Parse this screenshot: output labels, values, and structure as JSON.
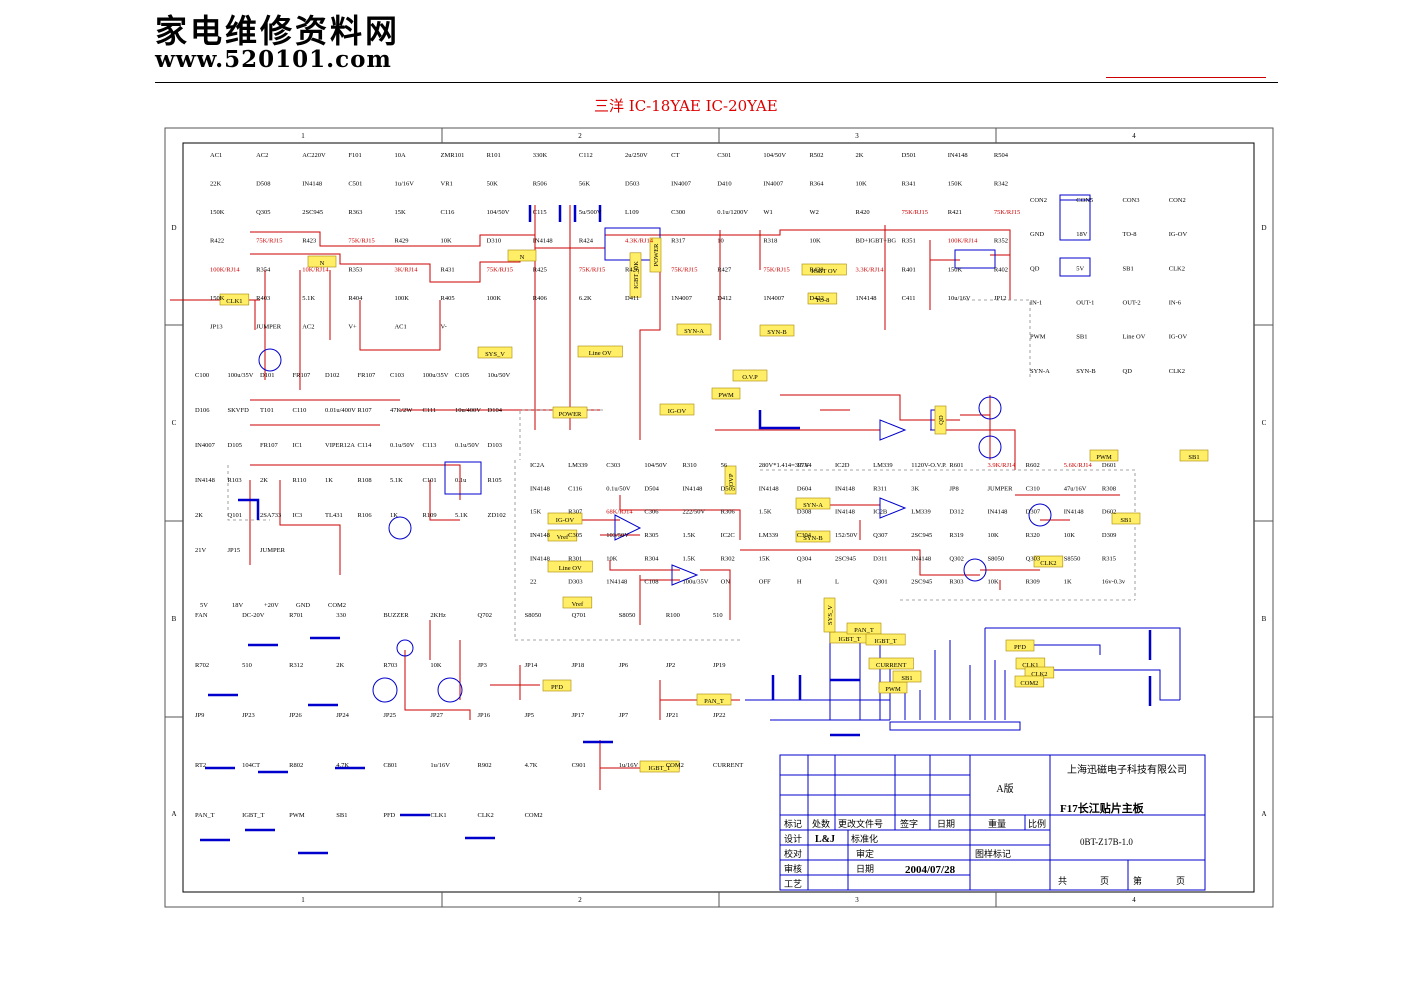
{
  "header": {
    "logo_cn": "家电维修资料网",
    "logo_url": "www.520101.com",
    "title": "三洋  IC-18YAE IC-20YAE"
  },
  "frame": {
    "col_labels": [
      "1",
      "2",
      "3",
      "4"
    ],
    "row_labels": [
      "D",
      "C",
      "B",
      "A"
    ]
  },
  "title_block": {
    "company": "上海迅磁电子科技有限公司",
    "board": "F17长江贴片主板",
    "doc_no": "0BT-Z17B-1.0",
    "version": "A版",
    "designer": "L&J",
    "date": "2004/07/28",
    "fields": [
      "标记",
      "处数",
      "更改文件号",
      "签字",
      "日期",
      "设计",
      "标准化",
      "校对",
      "审定",
      "审核",
      "日期",
      "工艺",
      "重量",
      "比例",
      "图样标记",
      "共",
      "页",
      "第",
      "页"
    ]
  },
  "labels": {
    "ac": [
      "AC1",
      "AC2",
      "AC220V",
      "F101",
      "10A",
      "ZMR101",
      "R101",
      "330K",
      "C112",
      "2u/250V",
      "CT",
      "C301",
      "104/50V",
      "R502",
      "2K",
      "D501",
      "IN4148",
      "R504",
      "22K",
      "D508",
      "IN4148",
      "C501",
      "1u/16V",
      "VR1",
      "50K",
      "R506",
      "56K",
      "D503",
      "IN4007",
      "D410",
      "IN4007",
      "R364",
      "10K",
      "R341",
      "150K",
      "R342",
      "150K",
      "Q305",
      "2SC945",
      "R363",
      "15K",
      "C116",
      "104/50V",
      "C115",
      "5u/500V",
      "L109",
      "C300",
      "0.1u/1200V",
      "W1",
      "W2",
      "R420",
      "75K/RJ15",
      "R421",
      "75K/RJ15",
      "R422",
      "75K/RJ15",
      "R423",
      "75K/RJ15",
      "R429",
      "10K",
      "D310",
      "IN4148",
      "R424",
      "4.3K/RJ14",
      "R317",
      "10",
      "R318",
      "10K",
      "BD+IGBT+BG",
      "R351",
      "100K/RJ14",
      "R352",
      "100K/RJ14",
      "R354",
      "10K/RJ14",
      "R353",
      "3K/RJ14",
      "R431",
      "75K/RJ15",
      "R425",
      "75K/RJ15",
      "R426",
      "75K/RJ15",
      "R427",
      "75K/RJ15",
      "R428",
      "3.3K/RJ14",
      "R401",
      "150K",
      "R402",
      "150K",
      "R403",
      "5.1K",
      "R404",
      "100K",
      "R405",
      "100K",
      "R406",
      "6.2K",
      "D411",
      "1N4007",
      "D412",
      "1N4007",
      "D422",
      "1N4148",
      "C411",
      "10u/16V",
      "JP12",
      "JP13",
      "JUMPER",
      "AC2",
      "V+",
      "AC1",
      "V-"
    ],
    "psu": [
      "C100",
      "100u/35V",
      "D101",
      "FR107",
      "D102",
      "FR107",
      "C103",
      "100u/35V",
      "C105",
      "10u/50V",
      "D106",
      "SKVFD",
      "T101",
      "C110",
      "0.01u/400V",
      "R107",
      "47K/2W",
      "C111",
      "10u/400V",
      "D104",
      "IN4007",
      "D105",
      "FR107",
      "IC1",
      "VIPER12A",
      "C114",
      "0.1u/50V",
      "C113",
      "0.1u/50V",
      "D103",
      "IN4148",
      "R103",
      "2K",
      "R110",
      "1K",
      "R108",
      "5.1K",
      "C101",
      "0.1u",
      "R105",
      "2K",
      "Q101",
      "2SA733",
      "IC3",
      "TL431",
      "R106",
      "1K",
      "R109",
      "5.1K",
      "ZD102",
      "21V",
      "JP15",
      "JUMPER"
    ],
    "comp": [
      "IC2A",
      "LM339",
      "C303",
      "104/50V",
      "R310",
      "56",
      "280V*1.414=397V",
      "15.64",
      "IC2D",
      "LM339",
      "1120V-O.V.P.",
      "R601",
      "3.9K/RJ14",
      "R602",
      "5.6K/RJ14",
      "D601",
      "IN4148",
      "C116",
      "0.1u/50V",
      "D504",
      "IN4148",
      "D505",
      "IN4148",
      "D604",
      "IN4148",
      "R311",
      "3K",
      "JP8",
      "JUMPER",
      "C310",
      "47u/16V",
      "R308",
      "15K",
      "R307",
      "68K/RJ14",
      "C306",
      "222/50V",
      "R306",
      "1.5K",
      "D308",
      "IN4148",
      "IC2B",
      "LM339",
      "D312",
      "IN4148",
      "D307",
      "IN4148",
      "D602",
      "IN4148",
      "C305",
      "103/50V",
      "R305",
      "1.5K",
      "IC2C",
      "LM339",
      "C304",
      "152/50V",
      "Q307",
      "2SC945",
      "R319",
      "10K",
      "R320",
      "10K",
      "D309",
      "IN4148",
      "R301",
      "10K",
      "R304",
      "1.5K",
      "R302",
      "15K",
      "Q304",
      "2SC945",
      "D311",
      "IN4148",
      "Q302",
      "S8050",
      "Q303",
      "S8550",
      "R315",
      "22",
      "D303",
      "1N4148",
      "C108",
      "100u/35V",
      "ON",
      "OFF",
      "H",
      "L",
      "Q301",
      "2SC945",
      "R303",
      "10K",
      "R309",
      "1K",
      "16v-0.3v"
    ],
    "connectors": [
      "CON2",
      "CON5",
      "CON3",
      "CON2",
      "GND",
      "18V",
      "TO-8",
      "IG-OV",
      "QD",
      "5V",
      "SB1",
      "CLK2",
      "IN-1",
      "OUT-1",
      "OUT-2",
      "IN-6",
      "PWM",
      "SB1",
      "Line OV",
      "IG-OV",
      "SYN-A",
      "SYN-B",
      "QD",
      "CLK2"
    ],
    "lower": [
      "FAN",
      "DC-20V",
      "R701",
      "330",
      "BUZZER",
      "2KHz",
      "Q702",
      "S8050",
      "Q701",
      "S8050",
      "R100",
      "510",
      "R702",
      "510",
      "R312",
      "2K",
      "R703",
      "10K",
      "JP3",
      "JP14",
      "JP18",
      "JP6",
      "JP2",
      "JP19",
      "JP9",
      "JP23",
      "JP26",
      "JP24",
      "JP25",
      "JP27",
      "JP16",
      "JP5",
      "JP17",
      "JP7",
      "JP21",
      "JP22",
      "RT2",
      "104CT",
      "R802",
      "4.7K",
      "C801",
      "1u/16V",
      "R902",
      "4.7K",
      "C901",
      "1u/16V",
      "COM2",
      "CURRENT",
      "PAN_T",
      "IGBT_T",
      "PWM",
      "SB1",
      "PFD",
      "CLK1",
      "CLK2",
      "COM2"
    ],
    "rails": [
      "5V",
      "18V",
      "+20V",
      "GND",
      "COM2"
    ]
  },
  "tags": [
    "N",
    "N",
    "CLK1",
    "SYS_V",
    "Line OV",
    "POWER",
    "IGBT OV",
    "TO-8",
    "SYN-A",
    "SYN-B",
    "O.V.P",
    "PWM",
    "IG-OV",
    "POWER",
    "IGBT_OK",
    "IGBT_T",
    "QD",
    "PWM",
    "SB1",
    "IG-OV",
    "Vref",
    "Line OV",
    "Vref",
    "OVP",
    "SYN-A",
    "SYN-B",
    "CLK2",
    "SB1",
    "SYS_V",
    "PAN_T",
    "IGBT_T",
    "CURRENT",
    "PWM",
    "SB1",
    "PFD",
    "CLK1",
    "CLK2",
    "COM2",
    "PAN_T",
    "IGBT_T",
    "PFD"
  ],
  "colors": {
    "wire": "#cc0000",
    "component": "#0000cc",
    "tag_fill": "#ffee66",
    "frame": "#000000",
    "dash": "#888888"
  }
}
